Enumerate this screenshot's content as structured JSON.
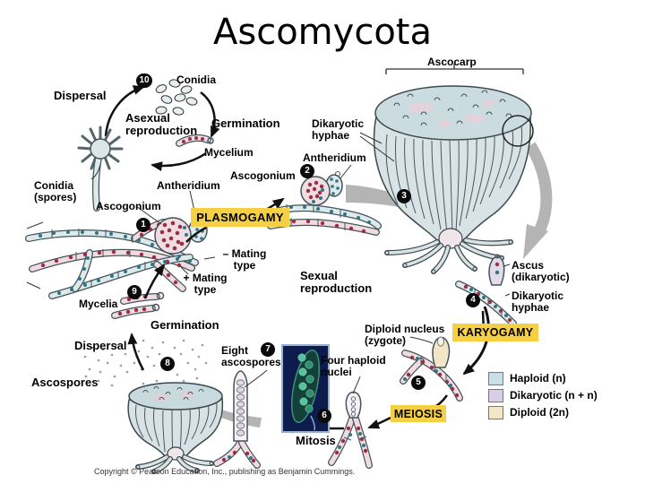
{
  "title": "Ascomycota",
  "copyright": "Copyright © Pearson Education, Inc., publishing as Benjamin Cummings.",
  "labels": {
    "ascocarp": "Ascocarp",
    "conidia": "Conidia",
    "dispersal_top": "Dispersal",
    "asexual_reproduction": "Asexual reproduction",
    "germination_top": "Germination",
    "mycelium": "Mycelium",
    "conidia_spores": "Conidia (spores)",
    "antheridium_left": "Antheridium",
    "ascogonium_left": "Ascogonium",
    "ascogonium_mid": "Ascogonium",
    "antheridium_mid": "Antheridium",
    "dikaryotic_hyphae_top": "Dikaryotic hyphae",
    "minus_mating_type": "– Mating type",
    "plus_mating_type": "+ Mating type",
    "sexual_reproduction": "Sexual reproduction",
    "mycelia": "Mycelia",
    "germination_bottom": "Germination",
    "dispersal_bottom": "Dispersal",
    "ascospores": "Ascospores",
    "eight_ascospores": "Eight ascospores",
    "four_haploid_nuclei": "Four haploid nuclei",
    "mitosis": "Mitosis",
    "diploid_nucleus": "Diploid nucleus (zygote)",
    "ascus_dikaryotic": "Ascus (dikaryotic)",
    "dikaryotic_hyphae_right": "Dikaryotic hyphae"
  },
  "process_labels": {
    "plasmogamy": "PLASMOGAMY",
    "karyogamy": "KARYOGAMY",
    "meiosis": "MEIOSIS"
  },
  "steps": [
    "1",
    "2",
    "3",
    "4",
    "5",
    "6",
    "7",
    "8",
    "9",
    "10"
  ],
  "legend": {
    "items": [
      {
        "label": "Haploid (n)",
        "color": "#c9dfe8"
      },
      {
        "label": "Dikaryotic (n + n)",
        "color": "#d8cee6"
      },
      {
        "label": "Diploid (2n)",
        "color": "#f4e7c7"
      }
    ]
  },
  "colors": {
    "highlight": "#f5d044",
    "haploid": "#c9dfe8",
    "dikaryotic": "#d8cee6",
    "diploid": "#f4e7c7"
  }
}
